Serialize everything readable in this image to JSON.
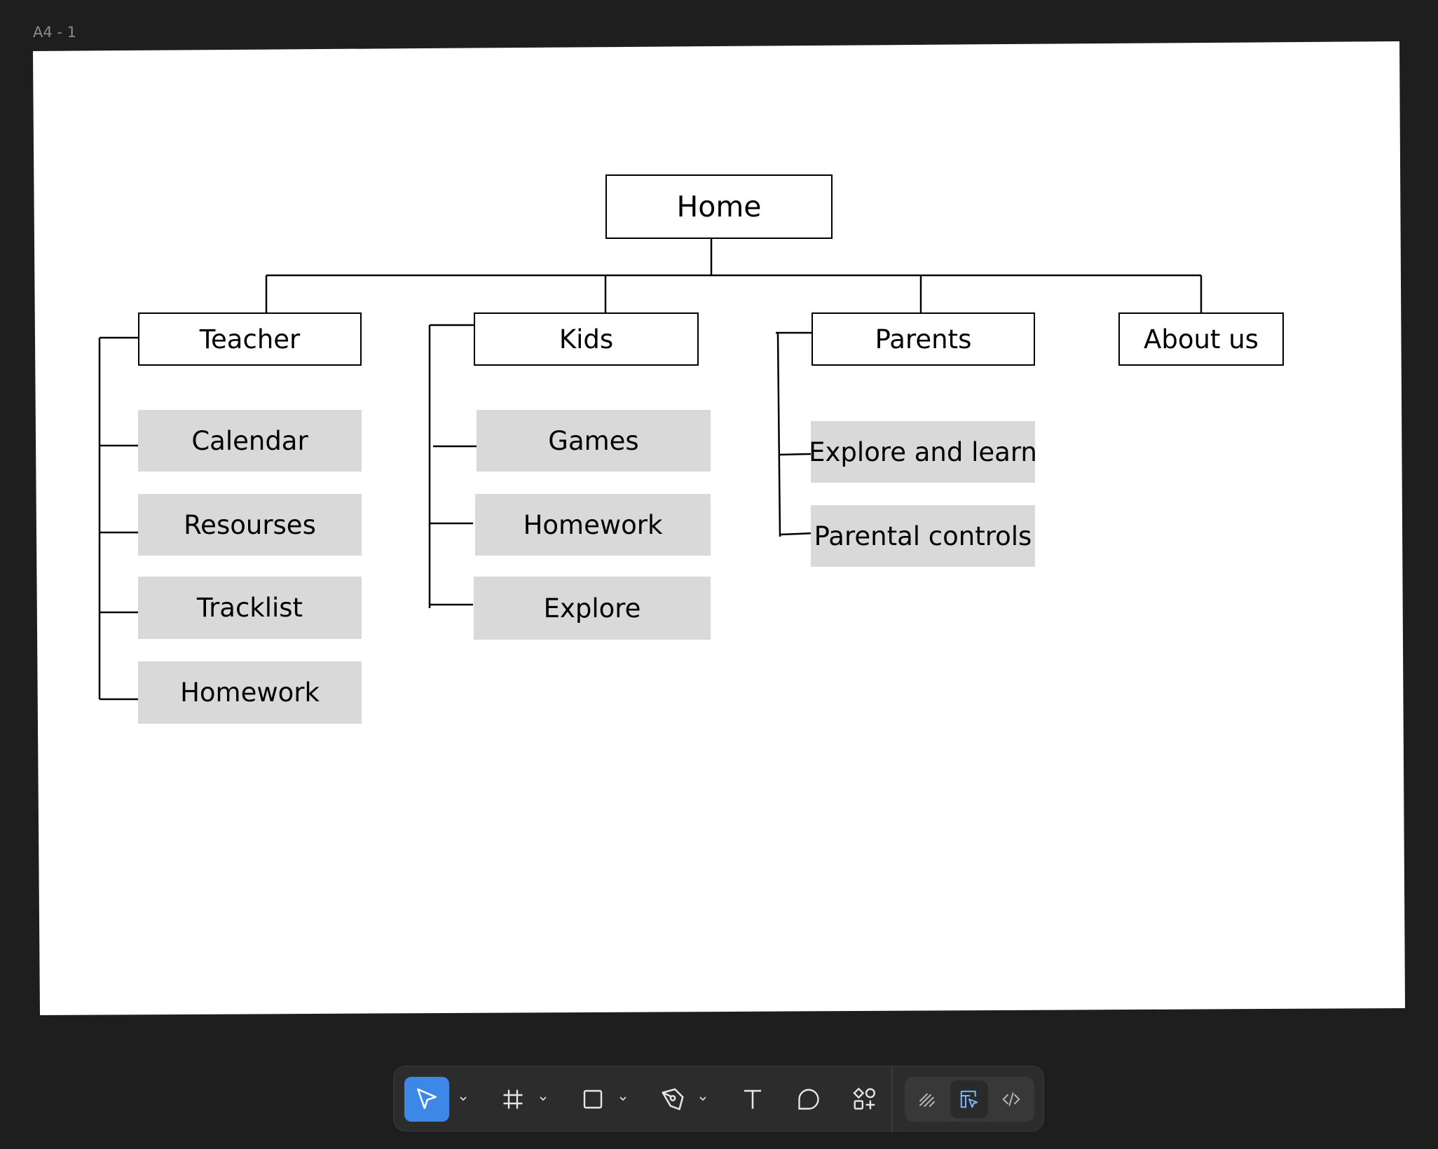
{
  "frame": {
    "label": "A4 - 1"
  },
  "sitemap": {
    "home": "Home",
    "sections": {
      "teacher": {
        "label": "Teacher",
        "children": [
          "Calendar",
          "Resourses",
          "Tracklist",
          "Homework"
        ]
      },
      "kids": {
        "label": "Kids",
        "children": [
          "Games",
          "Homework",
          "Explore"
        ]
      },
      "parents": {
        "label": "Parents",
        "children": [
          "Explore and learn",
          "Parental controls"
        ]
      },
      "about": {
        "label": "About us"
      }
    }
  },
  "toolbar": {
    "tools": [
      "move-tool",
      "frame-tool",
      "shape-tool",
      "pen-tool",
      "text-tool",
      "comment-tool",
      "actions-tool"
    ],
    "active_tool": "move-tool",
    "modes": [
      "draw-mode",
      "design-mode",
      "dev-mode"
    ],
    "active_mode": "design-mode",
    "colors": {
      "active_tool_bg": "#3d87e6",
      "active_mode_icon": "#7cb6ff"
    }
  }
}
